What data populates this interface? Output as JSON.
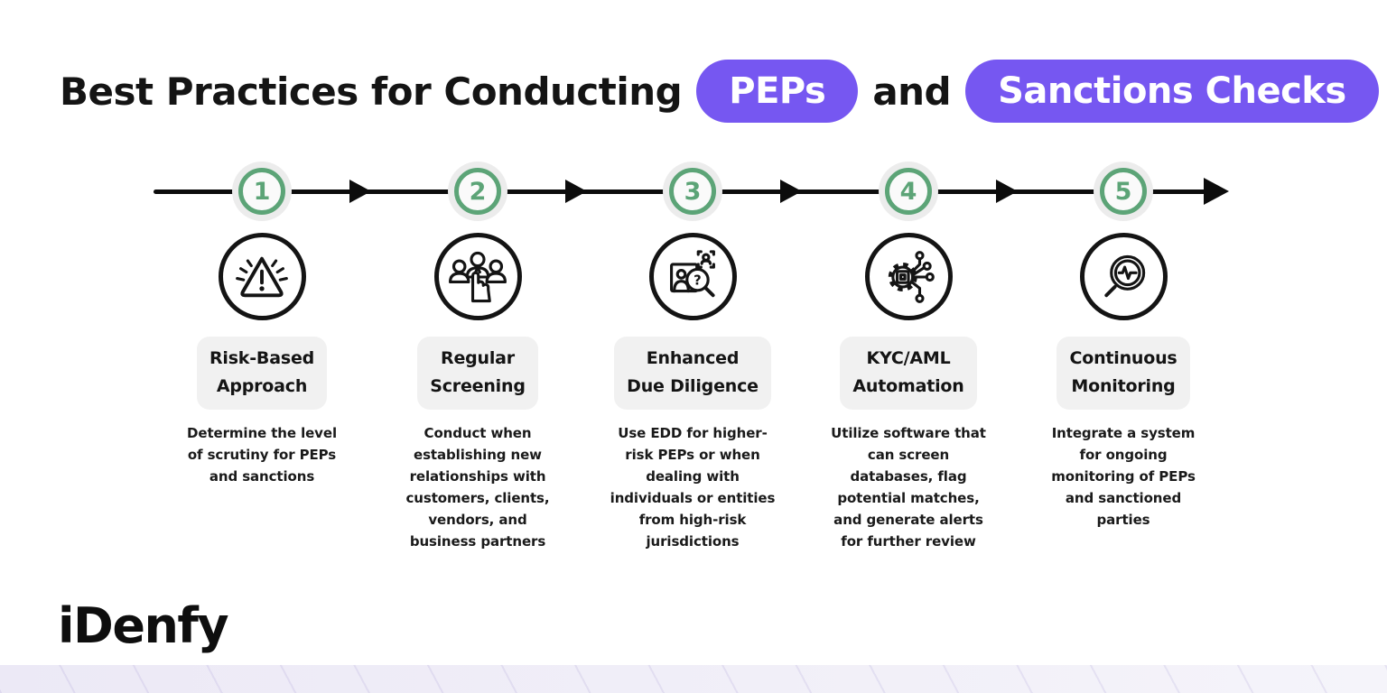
{
  "title": {
    "prefix": "Best Practices for Conducting",
    "pill1": "PEPs",
    "connector": "and",
    "pill2": "Sanctions Checks"
  },
  "brand": {
    "logo": "iDenfy"
  },
  "colors": {
    "accent_purple": "#7657F1",
    "accent_green": "#5CA477",
    "text_black": "#141414",
    "title_highlight_gray": "#F1F1F1",
    "footer_lavender": "#EFEDF8"
  },
  "timeline": {
    "step_count": 5
  },
  "steps": [
    {
      "number": "1",
      "icon": "warning-triangle-icon",
      "title_line1": "Risk-Based",
      "title_line2": "Approach",
      "description": "Determine the level of scrutiny for PEPs and sanctions"
    },
    {
      "number": "2",
      "icon": "people-select-icon",
      "title_line1": "Regular",
      "title_line2": "Screening",
      "description": "Conduct when establishing new relationships with customers, clients, vendors, and business partners"
    },
    {
      "number": "3",
      "icon": "identity-search-icon",
      "title_line1": "Enhanced",
      "title_line2": "Due Diligence",
      "description": "Use EDD for higher-risk PEPs or when dealing with individuals or entities from high-risk jurisdictions"
    },
    {
      "number": "4",
      "icon": "automation-gear-icon",
      "title_line1": "KYC/AML",
      "title_line2": "Automation",
      "description": "Utilize software that can screen databases, flag potential matches, and generate alerts for further review"
    },
    {
      "number": "5",
      "icon": "monitoring-magnifier-icon",
      "title_line1": "Continuous",
      "title_line2": "Monitoring",
      "description": "Integrate a system for ongoing monitoring of PEPs and sanctioned parties"
    }
  ]
}
